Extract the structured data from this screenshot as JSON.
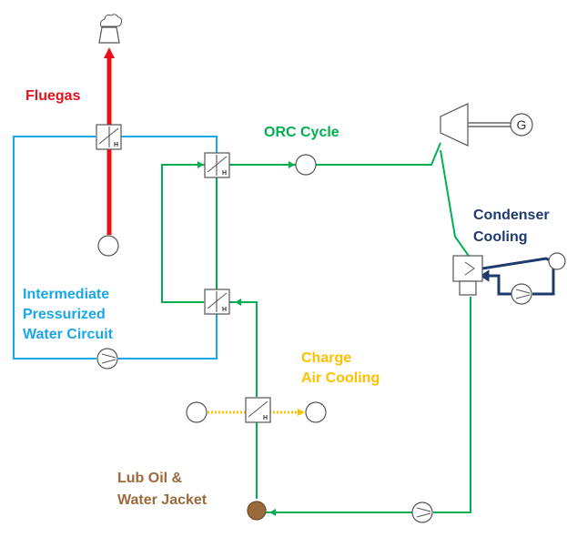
{
  "labels": {
    "fluegas": "Fluegas",
    "orc_cycle": "ORC Cycle",
    "condenser_line1": "Condenser",
    "condenser_line2": "Cooling",
    "intermediate_line1": "Intermediate",
    "intermediate_line2": "Pressurized",
    "intermediate_line3": "Water Circuit",
    "charge_air_line1": "Charge",
    "charge_air_line2": "Air Cooling",
    "lub_oil_line1": "Lub Oil &",
    "lub_oil_line2": "Water Jacket"
  },
  "components": {
    "heat_exchanger_letter": "H",
    "generator_letter": "G"
  },
  "colors": {
    "fluegas": "#e8101a",
    "orc": "#00b050",
    "intermediate": "#1aa7e8",
    "condenser_cooling": "#1f3a6e",
    "charge_air": "#ffc000",
    "lub_oil": "#9b6a3a",
    "component_outline": "#555555"
  }
}
